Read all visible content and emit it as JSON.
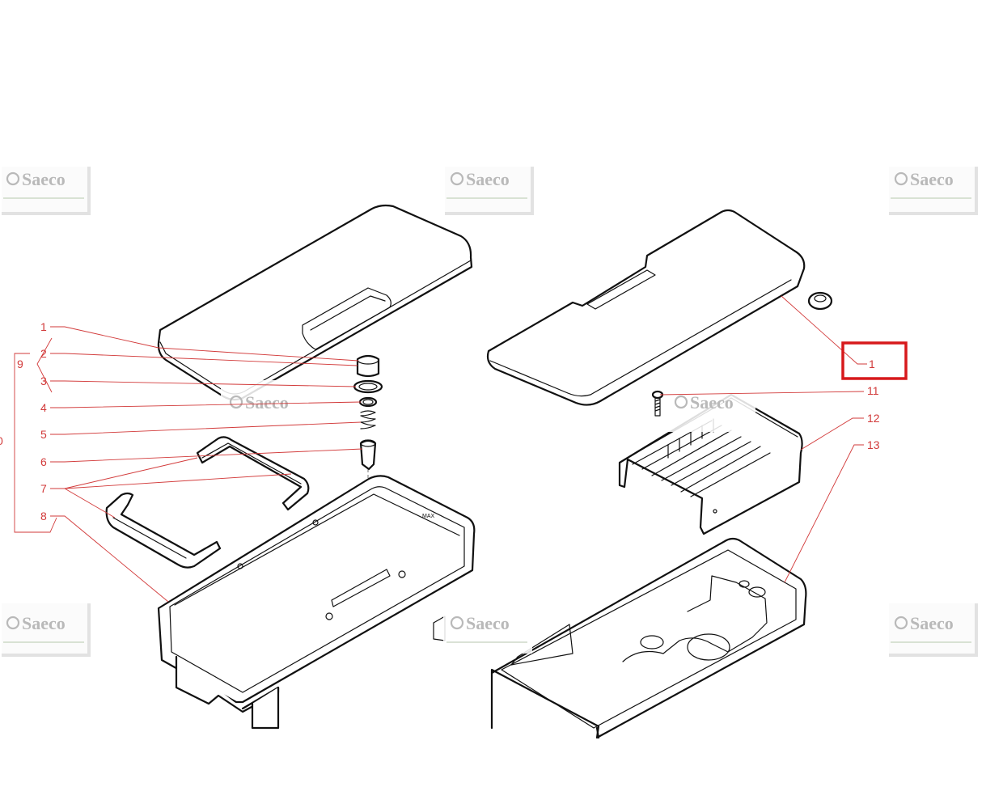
{
  "diagram": {
    "watermark_text": "Saeco",
    "callouts": {
      "c1_left": "1",
      "c2": "2",
      "c3": "3",
      "c4": "4",
      "c5": "5",
      "c6": "6",
      "c7": "7",
      "c8": "8",
      "c9": "9",
      "c10_partial": "0",
      "c1_right": "1",
      "c11": "11",
      "c12": "12",
      "c13": "13"
    },
    "colors": {
      "callout": "#d23a3a",
      "highlight_box": "#d7191c",
      "line_art": "#111111"
    }
  }
}
